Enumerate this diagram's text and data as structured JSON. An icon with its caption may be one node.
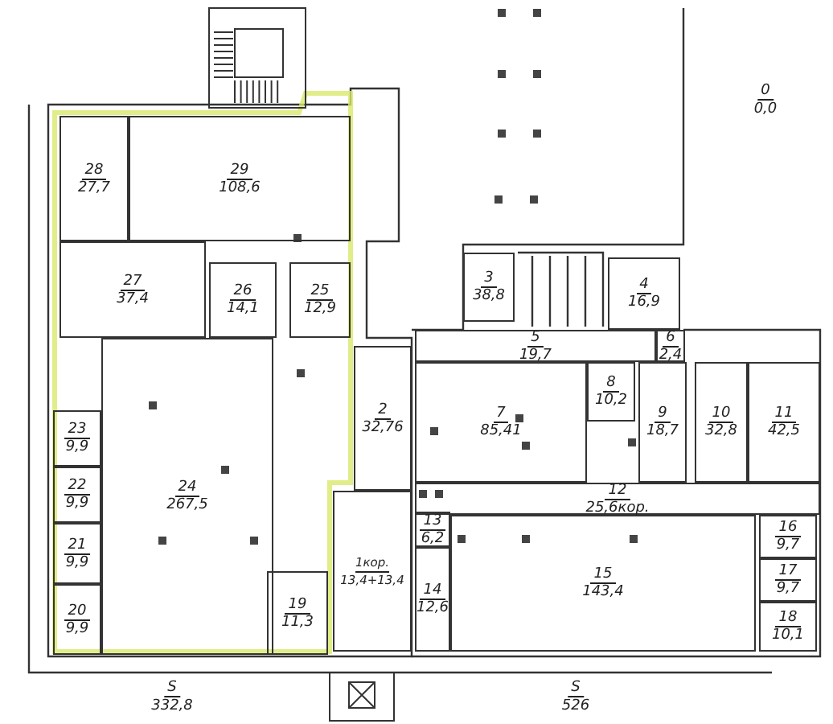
{
  "diagram": {
    "nodes": [
      {
        "text": [
          "28",
          "27,7"
        ]
      },
      {
        "text": [
          "29",
          "108,6"
        ]
      },
      {
        "text": [
          "27",
          "37,4"
        ]
      },
      {
        "text": [
          "26",
          "14,1"
        ]
      },
      {
        "text": [
          "25",
          "12,9"
        ]
      },
      {
        "text": [
          "3",
          "38,8"
        ]
      },
      {
        "text": [
          "4",
          "16,9"
        ]
      },
      {
        "text": [
          "5",
          "19,7"
        ]
      },
      {
        "text": [
          "6",
          "2,4"
        ]
      },
      {
        "text": [
          "2",
          "32,76"
        ]
      },
      {
        "text": [
          "7",
          "85,41"
        ]
      },
      {
        "text": [
          "8",
          "10,2"
        ]
      },
      {
        "text": [
          "9",
          "18,7"
        ]
      },
      {
        "text": [
          "10",
          "32,8"
        ]
      },
      {
        "text": [
          "11",
          "42,5"
        ]
      },
      {
        "text": [
          "23",
          "9,9"
        ]
      },
      {
        "text": [
          "24",
          "267,5"
        ]
      },
      {
        "text": [
          "1кор.",
          "13,4+13,4"
        ]
      },
      {
        "text": [
          "12",
          "25,6кор."
        ]
      },
      {
        "text": [
          "22",
          "9,9"
        ]
      },
      {
        "text": [
          "13",
          "6,2"
        ]
      },
      {
        "text": [
          "21",
          "9,9"
        ]
      },
      {
        "text": [
          "14",
          "12,6"
        ]
      },
      {
        "text": [
          "15",
          "143,4"
        ]
      },
      {
        "text": [
          "16",
          "9,7"
        ]
      },
      {
        "text": [
          "17",
          "9,7"
        ]
      },
      {
        "text": [
          "19",
          "11,3"
        ]
      },
      {
        "text": [
          "18",
          "10,1"
        ]
      },
      {
        "text": [
          "20",
          "9,9"
        ]
      }
    ],
    "labels": [
      "0",
      "0,0",
      "S",
      "332,8",
      "S",
      "526"
    ]
  }
}
